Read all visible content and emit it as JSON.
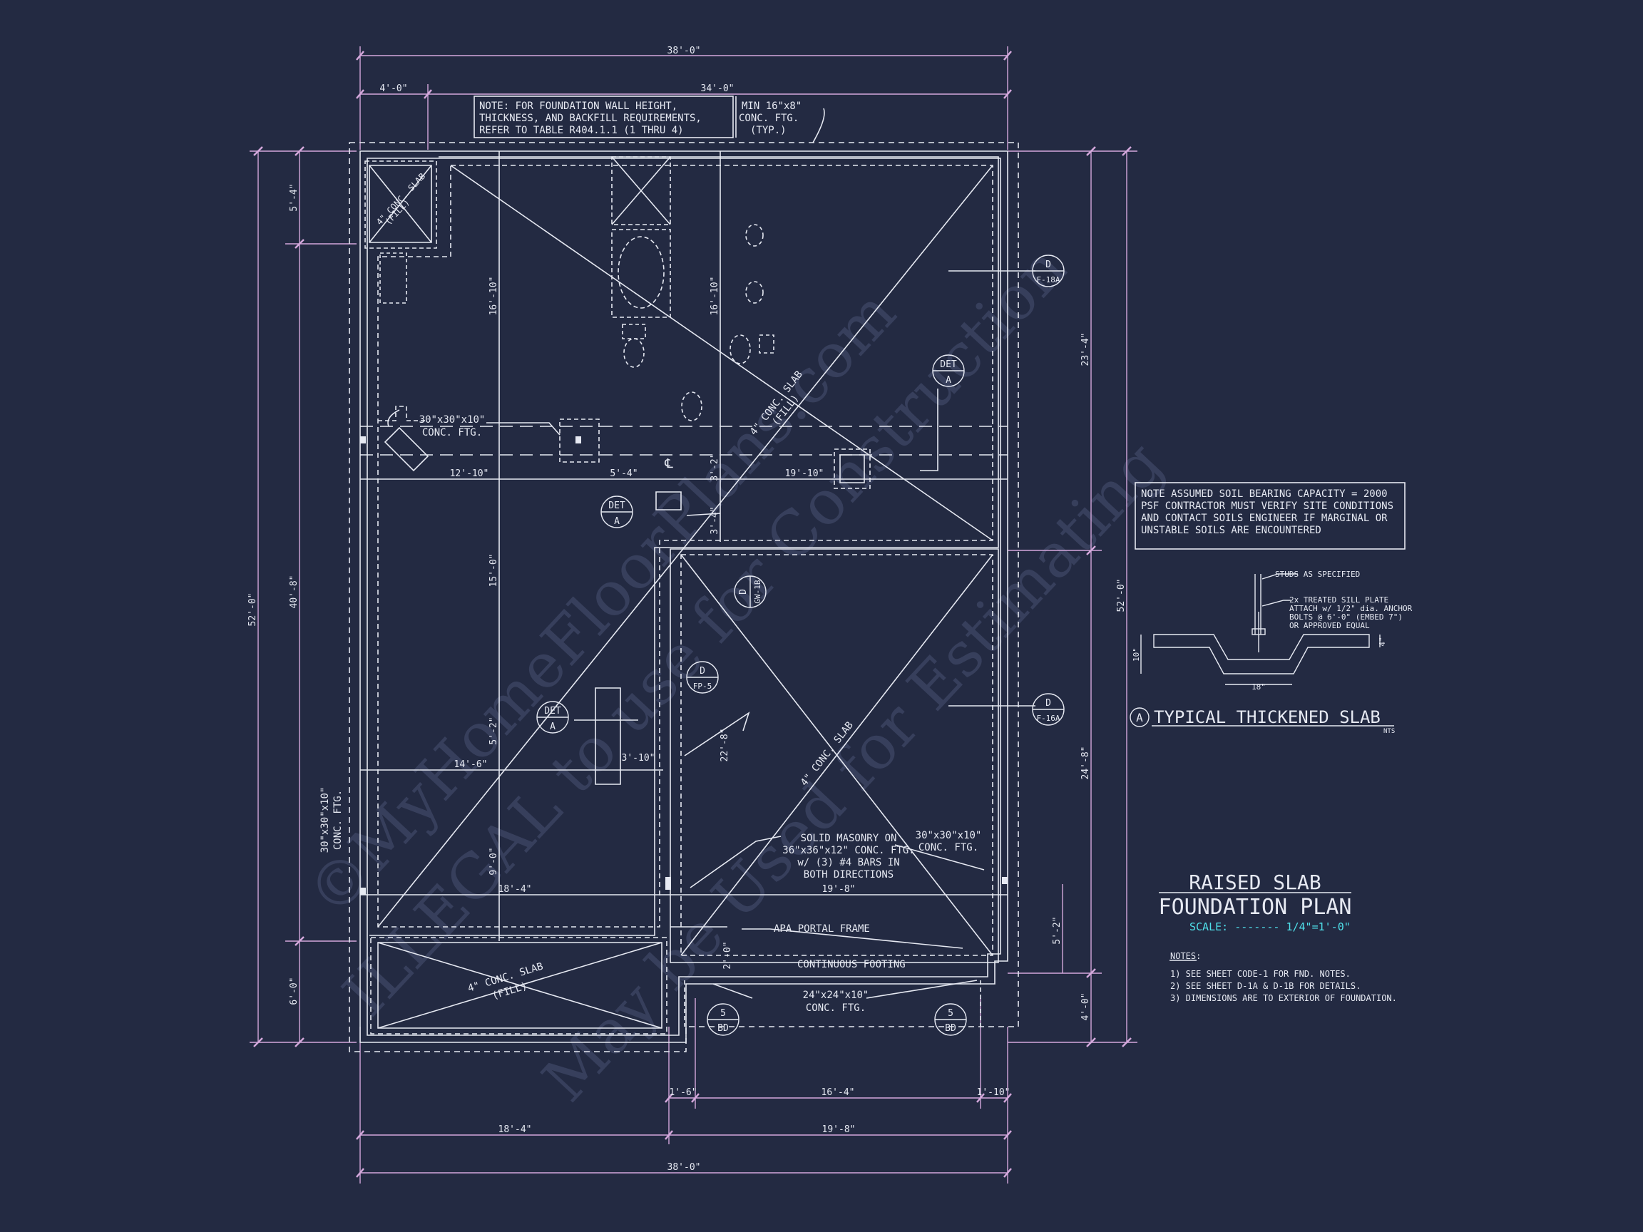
{
  "watermarks": [
    "©MyHomeFloorPlans.com",
    "ILLEGAL to use for Construction",
    "May be Used for Estimating"
  ],
  "dims": {
    "top_overall": "38'-0\"",
    "top_left": "4'-0\"",
    "top_right": "34'-0\"",
    "bot_overall": "38'-0\"",
    "bot_left": "18'-4\"",
    "bot_right": "19'-8\"",
    "bot_a": "1'-6\"",
    "bot_b": "16'-4\"",
    "bot_c": "1'-10\"",
    "left_overall": "52'-0\"",
    "left_top": "5'-4\"",
    "left_mid": "40'-8\"",
    "left_bot": "6'-0\"",
    "right_overall": "52'-0\"",
    "right_top": "23'-4\"",
    "right_mid": "24'-8\"",
    "right_bot": "4'-0\"",
    "int_16a": "16'-10\"",
    "int_16b": "16'-10\"",
    "int_12": "12'-10\"",
    "int_5_4": "5'-4\"",
    "int_19_10": "19'-10\"",
    "int_3_2": "3'-2\"",
    "int_3_4": "3'-4\"",
    "int_15": "15'-0\"",
    "int_5_2": "5'-2\"",
    "int_14_6": "14'-6\"",
    "int_3_10": "3'-10\"",
    "int_22_8": "22'-8\"",
    "int_9": "9'-0\"",
    "int_18_4": "18'-4\"",
    "int_19_8": "19'-8\"",
    "int_5_2b": "5'-2\"",
    "int_2": "2'-0\""
  },
  "notes": {
    "foundation_wall": [
      "NOTE: FOR FOUNDATION WALL HEIGHT,",
      "THICKNESS, AND BACKFILL REQUIREMENTS,",
      "REFER TO TABLE R404.1.1 (1 THRU 4)"
    ],
    "min_ftg": [
      "MIN 16\"x8\"",
      "CONC. FTG.",
      "(TYP.)"
    ],
    "soil": [
      "NOTE ASSUMED SOIL BEARING CAPACITY = 2000",
      "PSF CONTRACTOR MUST VERIFY SITE CONDITIONS",
      "AND CONTACT SOILS ENGINEER IF MARGINAL OR",
      "UNSTABLE SOILS ARE ENCOUNTERED"
    ],
    "ftg30_a": [
      "30\"x30\"x10\"",
      "CONC. FTG."
    ],
    "ftg30_b": [
      "30\"x30\"x10\"",
      "CONC. FTG."
    ],
    "ftg30_c": [
      "30\"x30\"x10\"",
      "CONC. FTG."
    ],
    "ftg24": [
      "24\"x24\"x10\"",
      "CONC. FTG."
    ],
    "masonry": [
      "SOLID MASONRY ON",
      "36\"x36\"x12\" CONC. FTG.",
      "w/ (3) #4 BARS IN",
      "BOTH DIRECTIONS"
    ],
    "apa": "APA PORTAL FRAME",
    "continuous": "CONTINUOUS FOOTING",
    "slab_fill_small": [
      "4\" CONC. SLAB",
      "(FILL)"
    ],
    "slab_fill_main": [
      "4\" CONC. SLAB",
      "(FILL)"
    ],
    "slab_garage": "4\" CONC. SLAB",
    "slab_fill_bot": [
      "4\" CONC. SLAB",
      "(FILL)"
    ],
    "centerline": "℄"
  },
  "tags": {
    "det": [
      "DET",
      "A"
    ],
    "d_f18a": [
      "D",
      "F-18A"
    ],
    "d_fp5": [
      "D",
      "FP-5"
    ],
    "d_f16a": [
      "D",
      "F-16A"
    ],
    "d_gw1b": [
      "D",
      "GW-1B"
    ],
    "bd": [
      "5",
      "BD"
    ]
  },
  "detail": {
    "studs": "STUDS AS SPECIFIED",
    "sill": [
      "2x TREATED SILL PLATE",
      "ATTACH w/ 1/2\" dia. ANCHOR",
      "BOLTS @ 6'-0\" (EMBED 7\")",
      "OR APPROVED EQUAL"
    ],
    "dim_10": "10\"",
    "dim_4": "4\"",
    "dim_18": "18\"",
    "marker": "A",
    "title": "TYPICAL THICKENED SLAB",
    "nts": "NTS"
  },
  "title_block": {
    "line1": "RAISED SLAB",
    "line2": "FOUNDATION PLAN",
    "scale": "SCALE: ------- 1/4\"=1'-0\"",
    "notes_heading": "NOTES:",
    "notes": [
      "1)  SEE SHEET CODE-1 FOR FND. NOTES.",
      "2)  SEE SHEET D-1A & D-1B FOR DETAILS.",
      "3)  DIMENSIONS ARE TO EXTERIOR OF FOUNDATION."
    ]
  },
  "colors": {
    "background": "#232a42",
    "linework": "#e6e9f2",
    "dimension": "#d4a8dc",
    "scale": "#4fe0ea"
  }
}
